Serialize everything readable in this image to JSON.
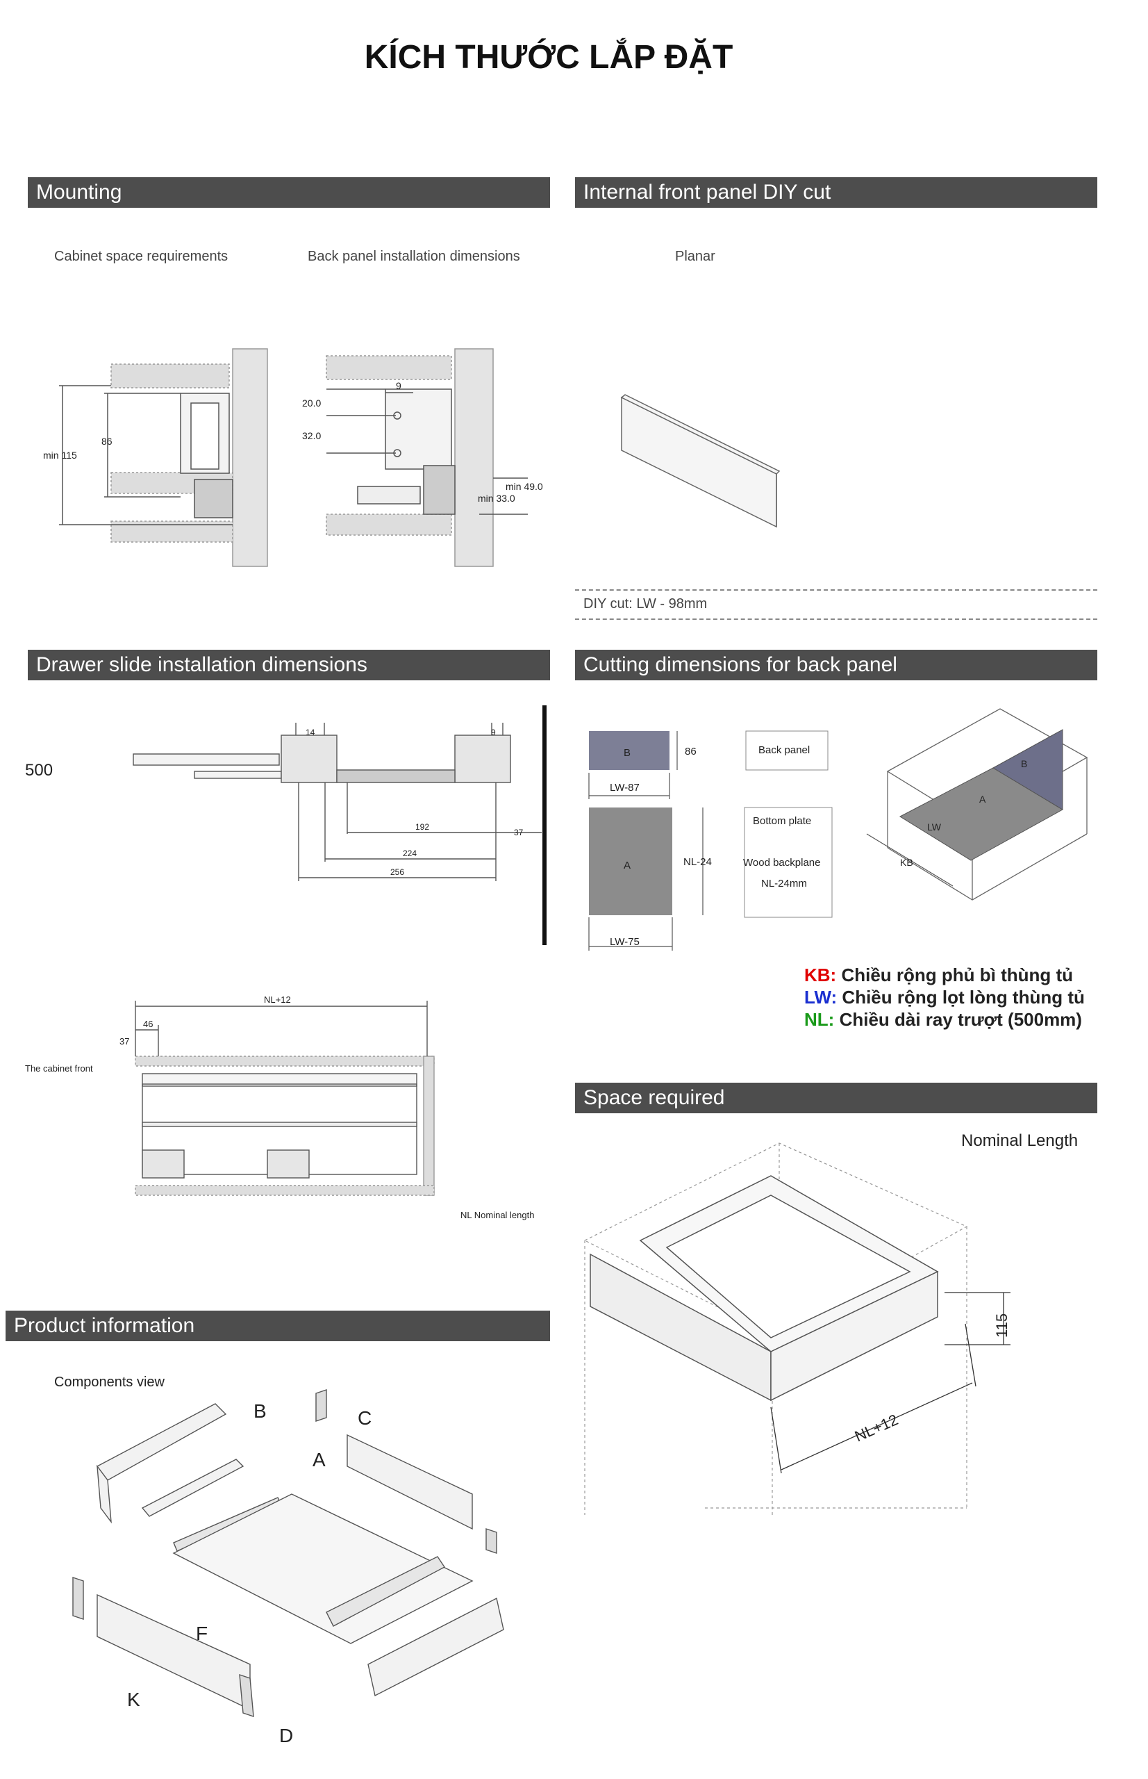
{
  "page_title": "KÍCH THƯỚC LẮP ĐẶT",
  "sections": {
    "mounting": "Mounting",
    "internal_front": "Internal front panel DIY cut",
    "drawer_slide": "Drawer slide installation dimensions",
    "cutting": "Cutting dimensions for back panel",
    "space": "Space required",
    "product": "Product information"
  },
  "mounting": {
    "cabinet_caption": "Cabinet space requirements",
    "back_caption": "Back panel installation dimensions",
    "dim_min115": "min 115",
    "dim_86": "86",
    "dim_9": "9",
    "dim_20": "20.0",
    "dim_32": "32.0",
    "dim_min49": "min 49.0",
    "dim_min33": "min 33.0"
  },
  "internal": {
    "planar": "Planar",
    "diy_cut": "DIY cut: LW - 98mm"
  },
  "slide": {
    "length": "500",
    "d14": "14",
    "d9": "9",
    "d192": "192",
    "d37": "37",
    "d224": "224",
    "d256": "256",
    "nl12": "NL+12",
    "d46": "46",
    "d37b": "37",
    "cabinet_front": "The cabinet front",
    "nl_nominal": "NL Nominal length"
  },
  "cutting": {
    "panel_b": "B",
    "dim_86": "86",
    "lw87": "LW-87",
    "panel_a": "A",
    "nl24": "NL-24",
    "lw75": "LW-75",
    "back_panel": "Back panel",
    "bottom_plate": "Bottom plate",
    "wood_backplane": "Wood backplane",
    "nl24mm": "NL-24mm",
    "iso_b": "B",
    "iso_a": "A",
    "iso_lw": "LW",
    "iso_kb": "KB"
  },
  "legend": {
    "kb_key": "KB:",
    "kb_text": "Chiều rộng phủ bì thùng tủ",
    "lw_key": "LW:",
    "lw_text": "Chiều rộng lọt lòng thùng tủ",
    "nl_key": "NL:",
    "nl_text": "Chiều dài ray trượt (500mm)",
    "colors": {
      "kb": "#e00000",
      "lw": "#1a2fd0",
      "nl": "#1a9a1a"
    }
  },
  "space": {
    "nominal": "Nominal Length",
    "d115": "115",
    "nl12": "NL+12"
  },
  "product": {
    "components": "Components view",
    "labels": {
      "b": "B",
      "c": "C",
      "a": "A",
      "f": "F",
      "k": "K",
      "d": "D"
    }
  }
}
